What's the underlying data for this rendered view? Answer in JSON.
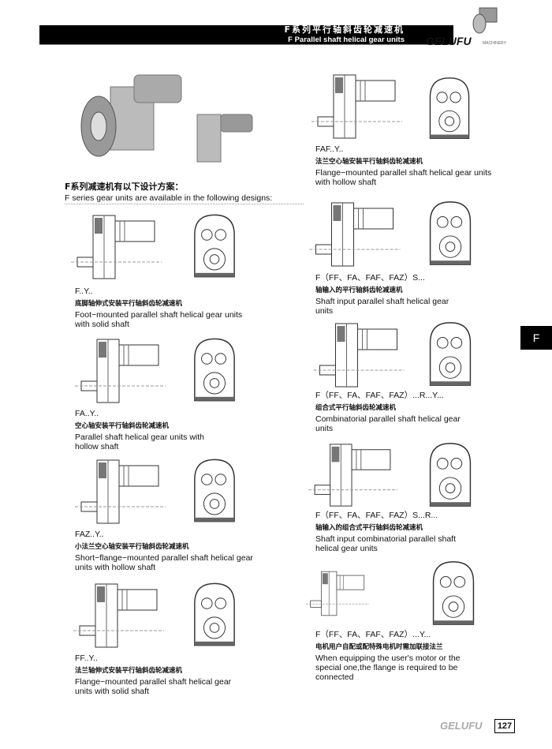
{
  "header": {
    "title_cn": "F系列平行轴斜齿轮减速机",
    "title_en": "F Parallel shaft helical gear units",
    "brand": "GELUFU",
    "brand_sub": "MACHINERY"
  },
  "intro": {
    "cn": "F系列减速机有以下设计方案：",
    "en": "F series gear units are available in the following designs:"
  },
  "left": [
    {
      "code": "F..Y..",
      "cn": "底脚轴伸式安装平行轴斜齿轮减速机",
      "en": "Foot−mounted parallel shaft helical gear units with solid shaft"
    },
    {
      "code": "FA..Y..",
      "cn": "空心轴安装平行轴斜齿轮减速机",
      "en": "Parallel shaft helical gear units with hollow shaft"
    },
    {
      "code": "FAZ..Y..",
      "cn": "小法兰空心轴安装平行轴斜齿轮减速机",
      "en": "Short−flange−mounted parallel shaft helical gear units with hollow shaft"
    },
    {
      "code": "FF..Y..",
      "cn": "法兰轴伸式安装平行轴斜齿轮减速机",
      "en": "Flange−mounted parallel shaft helical gear units with solid shaft"
    }
  ],
  "right": [
    {
      "code": "FAF..Y..",
      "cn": "法兰空心轴安装平行轴斜齿轮减速机",
      "en": "Flange−mounted parallel shaft helical gear units with hollow shaft"
    },
    {
      "code": "F（FF、FA、FAF、FAZ）S...",
      "cn": "轴输入的平行轴斜齿轮减速机",
      "en": "Shaft input parallel shaft helical gear units"
    },
    {
      "code": "F（FF、FA、FAF、FAZ）...R...Y...",
      "cn": "组合式平行轴斜齿轮减速机",
      "en": "Combinatorial parallel shaft helical gear units"
    },
    {
      "code": "F（FF、FA、FAF、FAZ）S...R...",
      "cn": "轴输入的组合式平行轴斜齿轮减速机",
      "en": "Shaft input combinatorial parallel shaft helical gear units"
    },
    {
      "code": "F（FF、FA、FAF、FAZ）...Y...",
      "cn": "电机用户自配或配特殊电机时需加联接法兰",
      "en": "When equipping the user's motor or the special one,the flange is required to be connected"
    }
  ],
  "side_tab": "F",
  "footer": {
    "brand": "GELUFU",
    "page": "127"
  }
}
